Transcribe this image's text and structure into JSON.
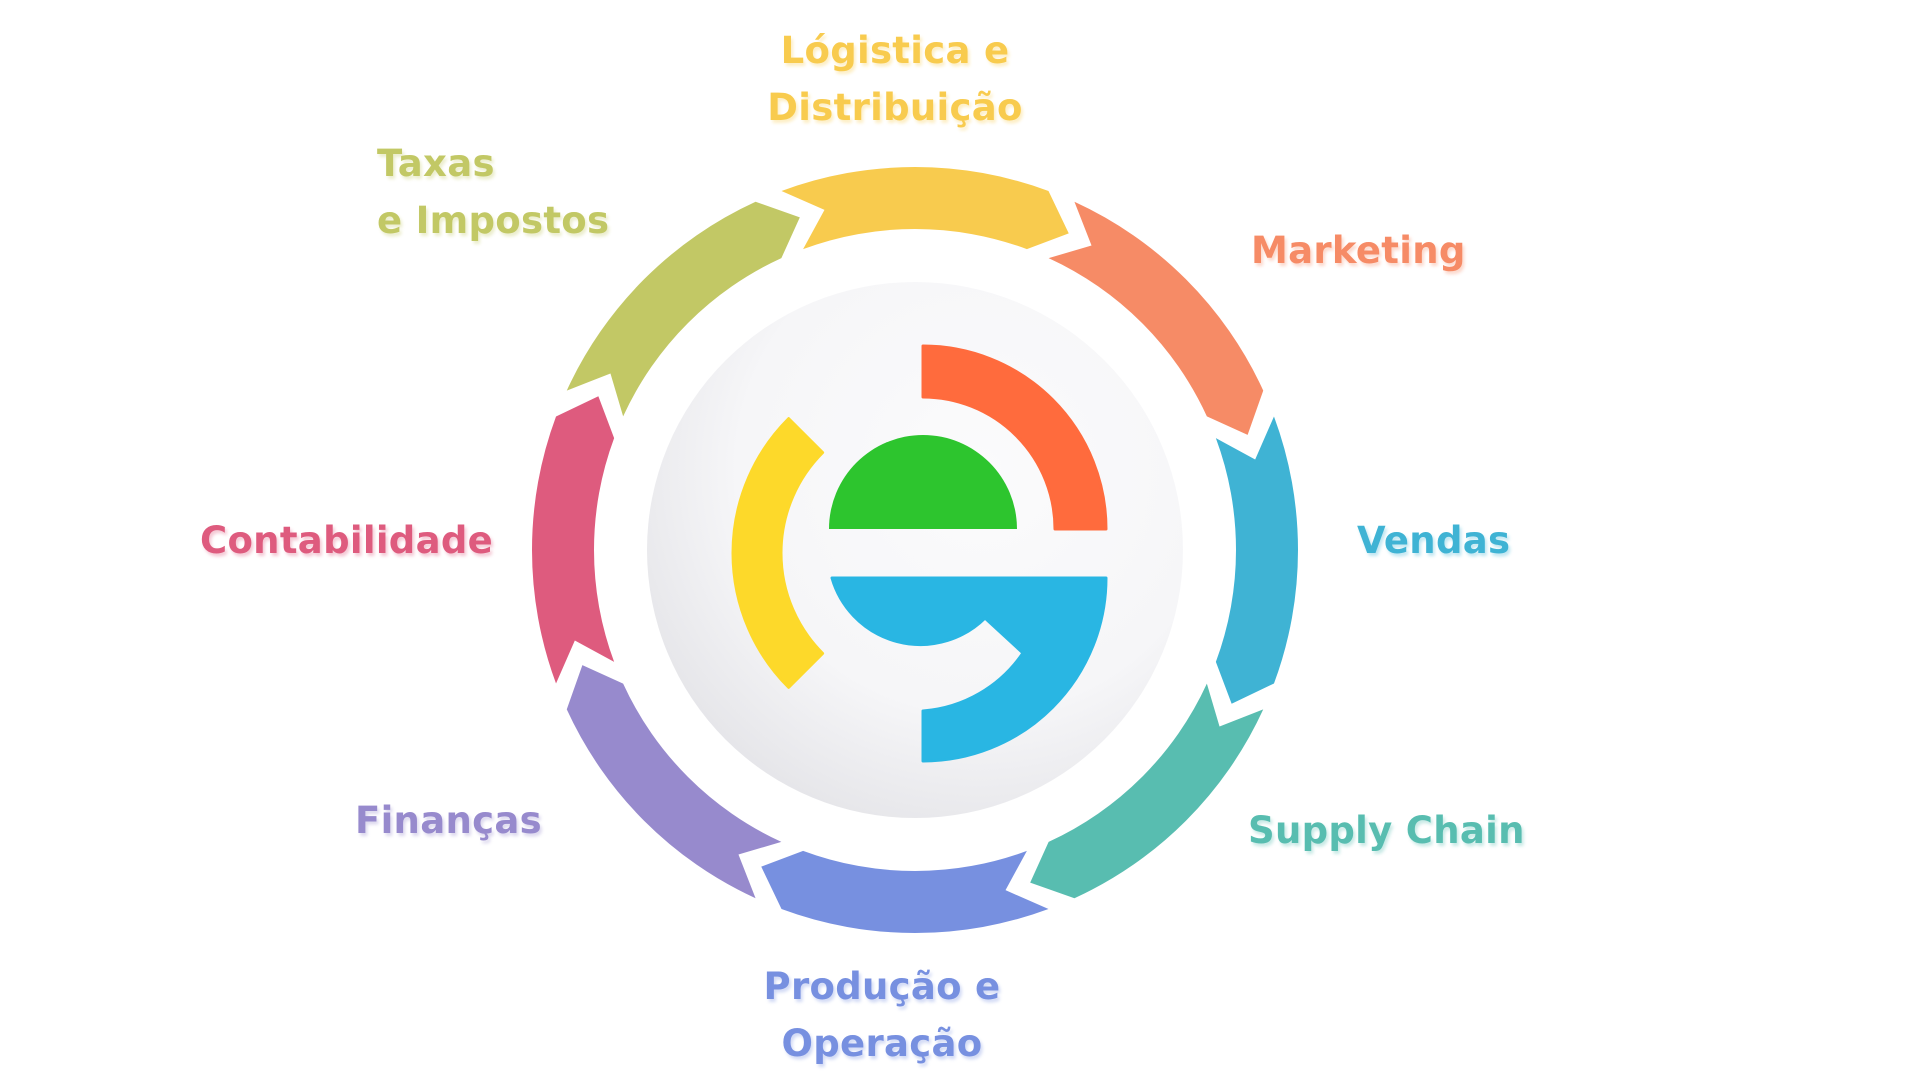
{
  "diagram": {
    "title": "",
    "center_logo": {
      "name": "e-logo",
      "colors": {
        "orange_arc": "#FF6B3D",
        "green_half": "#2DC52E",
        "yellow_arc": "#FDD92A",
        "blue_hook": "#29B6E3"
      }
    },
    "segments": [
      {
        "id": "logistica",
        "label_lines": [
          "Lógistica e",
          "Distribuição"
        ],
        "color": "#F8CB4E"
      },
      {
        "id": "marketing",
        "label_lines": [
          "Marketing"
        ],
        "color": "#F68B66"
      },
      {
        "id": "vendas",
        "label_lines": [
          "Vendas"
        ],
        "color": "#3FB3D4"
      },
      {
        "id": "supply-chain",
        "label_lines": [
          "Supply Chain"
        ],
        "color": "#58BDB0"
      },
      {
        "id": "producao",
        "label_lines": [
          "Produção e",
          "Operação"
        ],
        "color": "#7790E0"
      },
      {
        "id": "financas",
        "label_lines": [
          "Finanças"
        ],
        "color": "#978ACD"
      },
      {
        "id": "contabilidade",
        "label_lines": [
          "Contabilidade"
        ],
        "color": "#DE5B7E"
      },
      {
        "id": "taxas",
        "label_lines": [
          "Taxas",
          "e Impostos"
        ],
        "color": "#C2C865"
      }
    ],
    "inner_disk_color": "#F4F4F6"
  }
}
